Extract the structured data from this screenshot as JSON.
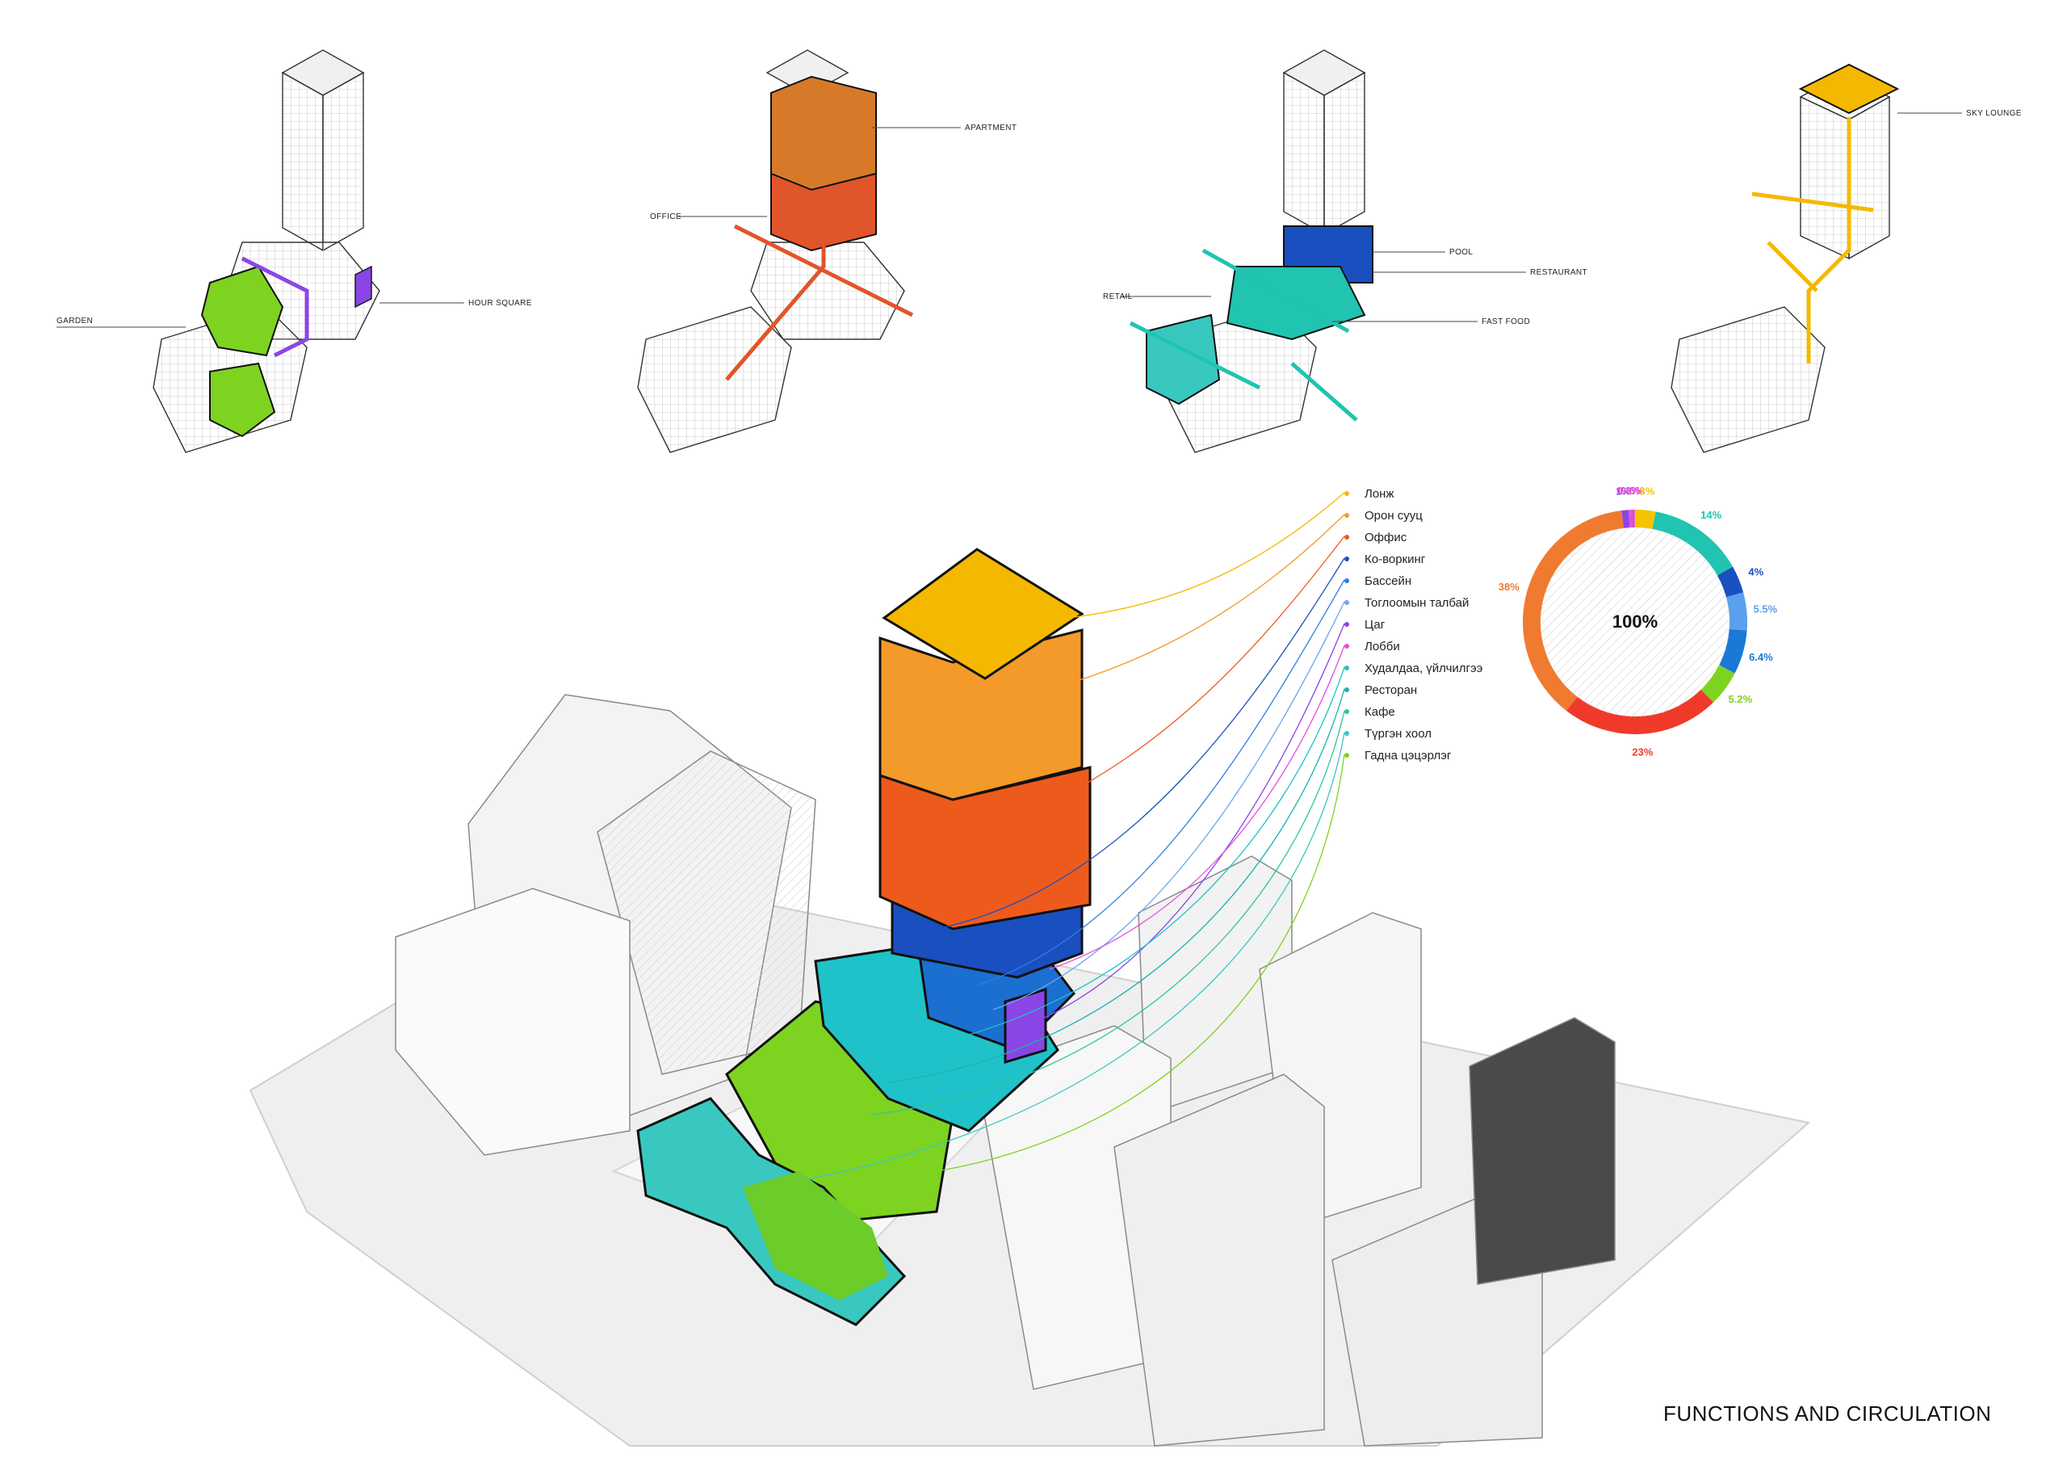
{
  "page_title": "FUNCTIONS AND CIRCULATION",
  "diagrams": [
    {
      "id": "garden",
      "labels": [
        "GARDEN",
        "HOUR SQUARE"
      ]
    },
    {
      "id": "apartment-office",
      "labels": [
        "APARTMENT",
        "OFFICE"
      ]
    },
    {
      "id": "retail-pool",
      "labels": [
        "POOL",
        "RESTAURANT",
        "RETAIL",
        "FAST FOOD"
      ]
    },
    {
      "id": "sky-lounge",
      "labels": [
        "SKY LOUNGE"
      ]
    }
  ],
  "legend": [
    {
      "label": "Лонж",
      "color": "#f5b800"
    },
    {
      "label": "Орон сууц",
      "color": "#f39a2a"
    },
    {
      "label": "Оффис",
      "color": "#ee5a1c"
    },
    {
      "label": "Ко-воркинг",
      "color": "#1a4fbf"
    },
    {
      "label": "Бассейн",
      "color": "#2d7fe0"
    },
    {
      "label": "Тоглоомын талбай",
      "color": "#6aa7ea"
    },
    {
      "label": "Цаг",
      "color": "#8a45e6"
    },
    {
      "label": "Лобби",
      "color": "#e44de0"
    },
    {
      "label": "Худалдаа, үйлчилгээ",
      "color": "#1fc2c8"
    },
    {
      "label": "Ресторан",
      "color": "#19b3b0"
    },
    {
      "label": "Кафе",
      "color": "#2ec79a"
    },
    {
      "label": "Түргэн хоол",
      "color": "#39c8c0"
    },
    {
      "label": "Гадна цэцэрлэг",
      "color": "#7ed321"
    }
  ],
  "donut": {
    "center_label": "100%",
    "segments": [
      {
        "label": "1%",
        "value": 1,
        "color": "#8a45e6"
      },
      {
        "label": "0.3%",
        "value": 0.3,
        "color": "#e44de0"
      },
      {
        "label": "0.6%",
        "value": 0.6,
        "color": "#d94fd1"
      },
      {
        "label": "3%",
        "value": 3,
        "color": "#f5c400"
      },
      {
        "label": "14%",
        "value": 14,
        "color": "#20c4b0"
      },
      {
        "label": "4%",
        "value": 4,
        "color": "#1a4fbf"
      },
      {
        "label": "5.5%",
        "value": 5.5,
        "color": "#5aa0ee"
      },
      {
        "label": "6.4%",
        "value": 6.4,
        "color": "#1a78d6"
      },
      {
        "label": "5.2%",
        "value": 5.2,
        "color": "#7ed321"
      },
      {
        "label": "23%",
        "value": 23,
        "color": "#ef3a2a"
      },
      {
        "label": "38%",
        "value": 38,
        "color": "#f07a30"
      }
    ]
  }
}
